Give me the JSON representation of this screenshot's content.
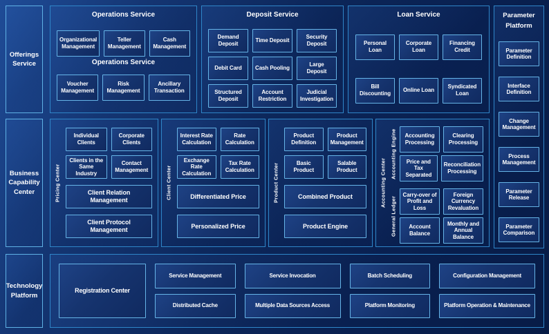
{
  "palette": {
    "panel_border": "#2f86c9",
    "rail_border": "#5fb2e6",
    "box_border": "#66b5e8",
    "text": "#ffffff",
    "background_top": "#1f4c97",
    "background_bottom": "#071b45"
  },
  "left_rail": {
    "offerings_label": "Offerings Service",
    "business_label": "Business Capability Center",
    "technology_label": "Technology Platform"
  },
  "top_row": {
    "operations": {
      "title": "Operations Service",
      "subtitle": "Operations Service",
      "row1": [
        "Organizational Management",
        "Teller Management",
        "Cash Management"
      ],
      "row2": [
        "Voucher Management",
        "Risk Management",
        "Ancillary Transaction"
      ]
    },
    "deposit": {
      "title": "Deposit Service",
      "rows": [
        [
          "Demand Deposit",
          "Time Deposit",
          "Security Deposit"
        ],
        [
          "Debit Card",
          "Cash Pooling",
          "Large Deposit"
        ],
        [
          "Structured Deposit",
          "Account Restriction",
          "Judicial Investigation"
        ]
      ]
    },
    "loan": {
      "title": "Loan Service",
      "rows": [
        [
          "Personal Loan",
          "Corporate Loan",
          "Financing Credit"
        ],
        [
          "Bill Discounting",
          "Online Loan",
          "Syndicated Loan"
        ]
      ]
    }
  },
  "parameter_platform": {
    "title": "Parameter Platform",
    "boxes": [
      "Parameter Definition",
      "Interface Definition",
      "Change Management",
      "Process Management",
      "Parameter Release",
      "Parameter Comparison"
    ]
  },
  "middle_row": {
    "pricing": {
      "side_label": "Pricing Center",
      "grid": [
        "Individual Clients",
        "Corporate Clients",
        "Clients in the Same Industry",
        "Contact Management"
      ],
      "wide": [
        "Client Relation Management",
        "Client Protocol Management"
      ]
    },
    "client": {
      "side_label": "Client Center",
      "grid": [
        "Interest Rate Calculation",
        "Rate Calculation",
        "Exchange Rate Calculation",
        "Tax Rate Calculation"
      ],
      "wide": [
        "Differentiated Price",
        "Personalized Price"
      ]
    },
    "product": {
      "side_label": "Product Center",
      "grid": [
        "Product Definition",
        "Product Management",
        "Basic Product",
        "Salable Product"
      ],
      "wide": [
        "Combined Product",
        "Product Engine"
      ]
    },
    "accounting": {
      "side_label": "Accounting Center",
      "groups": [
        {
          "label": "Accounting Engine",
          "boxes": [
            "Accounting Processing",
            "Clearing Processing",
            "Price and Tax Separated",
            "Reconciliation Processing"
          ]
        },
        {
          "label": "General Ledger",
          "boxes": [
            "Carry-over of Profit and Loss",
            "Foreign Currency Revaluation",
            "Account Balance",
            "Monthly and Annual Balance"
          ]
        }
      ]
    }
  },
  "bottom_row": {
    "registration_label": "Registration Center",
    "columns": [
      [
        "Service Management",
        "Distributed Cache"
      ],
      [
        "Service Invocation",
        "Multiple Data Sources Access"
      ],
      [
        "Batch Scheduling",
        "Platform Monitoring"
      ],
      [
        "Configuration Management",
        "Platform Operation & Maintenance"
      ]
    ]
  }
}
